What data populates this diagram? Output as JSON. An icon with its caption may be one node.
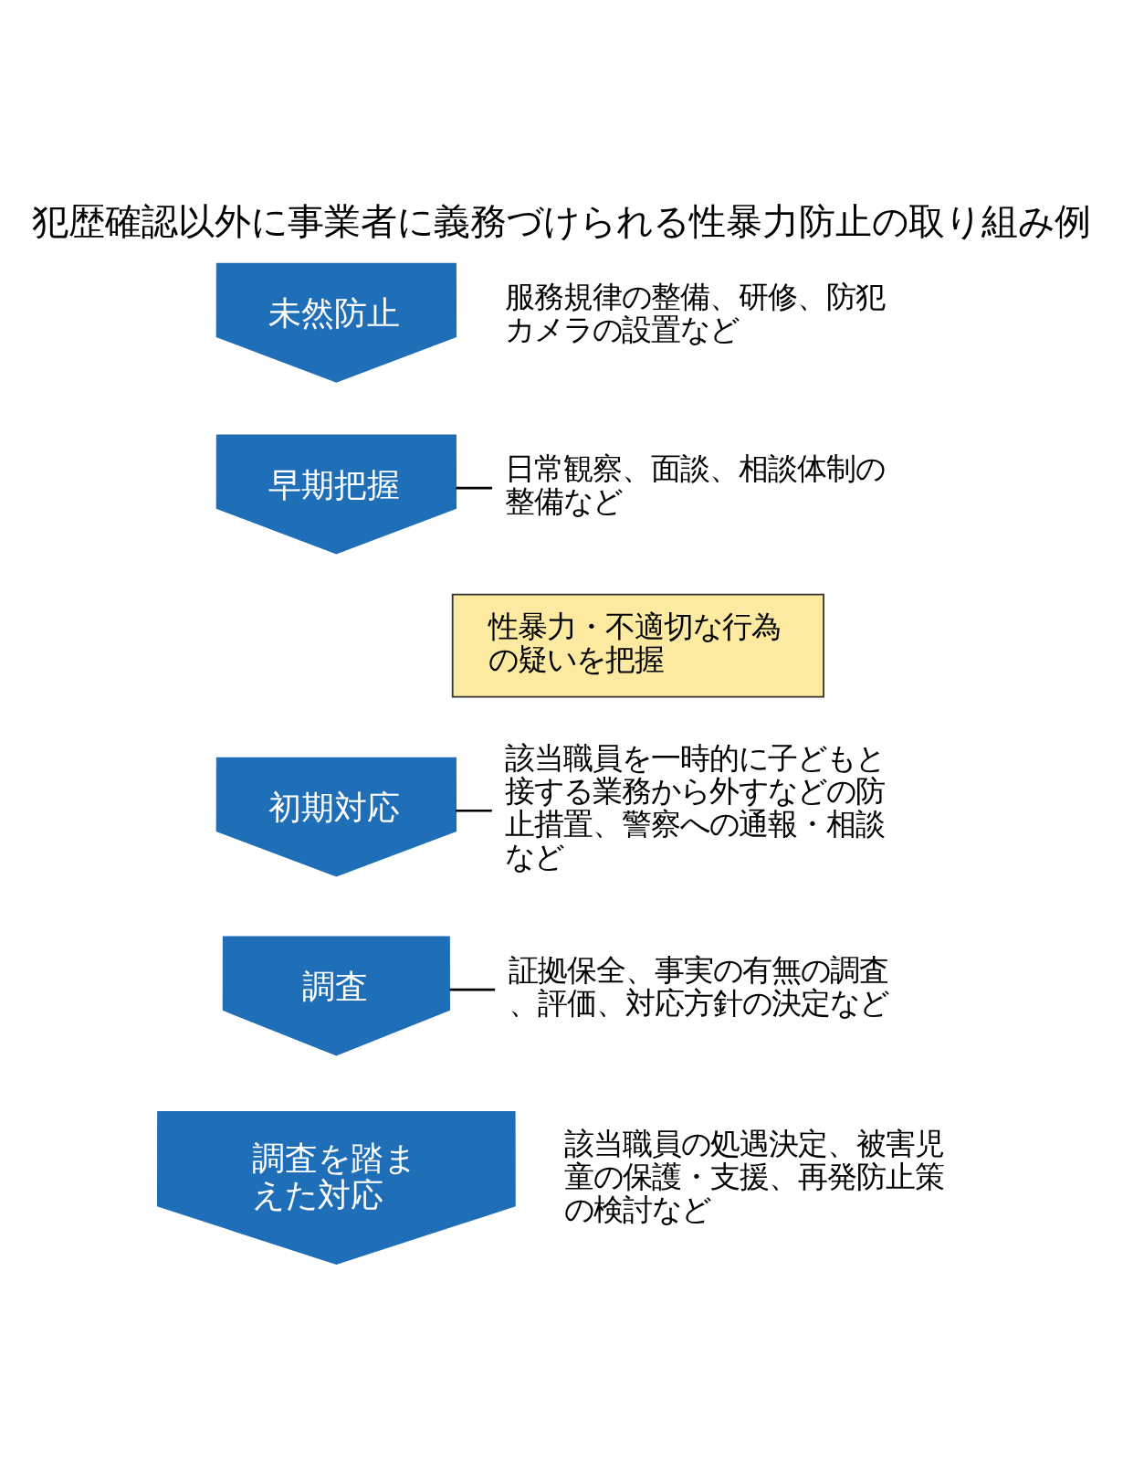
{
  "diagram": {
    "title": "犯歴確認以外に事業者に義務づけられる性暴力防止の取り組み例",
    "nodes": [
      {
        "text": [
          "未然防止"
        ],
        "beside": [
          "服務規律の整備、研修、防犯カメラの設置など"
        ]
      },
      {
        "text": [
          "日常観察、面談、相談体制の整備など"
        ]
      },
      {
        "text": [
          "早期把握"
        ]
      },
      {
        "text": [
          "性暴力・不適切な行為の疑いを把握"
        ]
      },
      {
        "text": [
          "初期対応"
        ]
      },
      {
        "text": [
          "該当職員を一時的に子どもと接する業務から外すなどの防止措置、警察への通報・相談など"
        ]
      },
      {
        "text": [
          "調査"
        ]
      },
      {
        "text": [
          "証拠保全、事実の有無の調査、評価、対応方針の決定など"
        ]
      },
      {
        "text": [
          "調査を踏まえた対応"
        ],
        "beside": [
          "該当職員の処遇決定、被害児童の保護・支援、再発防止策の検討など"
        ]
      }
    ],
    "edges": [
      {
        "from": 2,
        "to": 1,
        "arrow": "none"
      },
      {
        "from": 4,
        "to": 5,
        "arrow": "none"
      },
      {
        "from": 6,
        "to": 7,
        "arrow": "none"
      }
    ]
  }
}
